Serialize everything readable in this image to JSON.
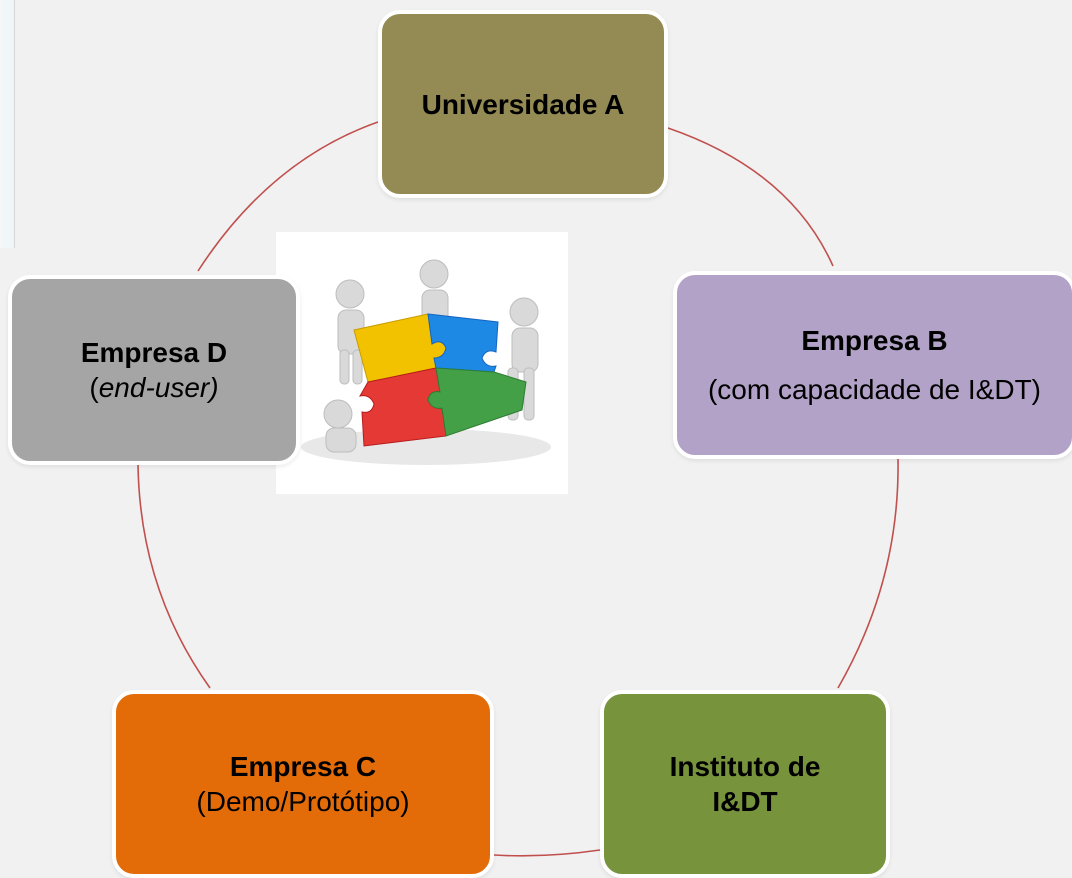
{
  "nodes": {
    "a": {
      "title": "Universidade A",
      "color": "#948a54"
    },
    "b": {
      "title": "Empresa B",
      "subtitle": "(com capacidade de I&DT)",
      "color": "#b2a2c7"
    },
    "c": {
      "title": "Empresa C",
      "subtitle": "(Demo/Protótipo)",
      "color": "#e36c09"
    },
    "d": {
      "title": "Empresa D",
      "subtitle_open": "(",
      "subtitle_em": "end-user)",
      "color": "#a5a5a5"
    },
    "i": {
      "title": "Instituto de I&DT",
      "color": "#77933c"
    }
  },
  "cycle_color": "#c0504d",
  "center_image": {
    "icon": "puzzle-teamwork-icon",
    "piece_colors": [
      "#f2c200",
      "#1e88e5",
      "#e53935",
      "#43a047"
    ]
  }
}
